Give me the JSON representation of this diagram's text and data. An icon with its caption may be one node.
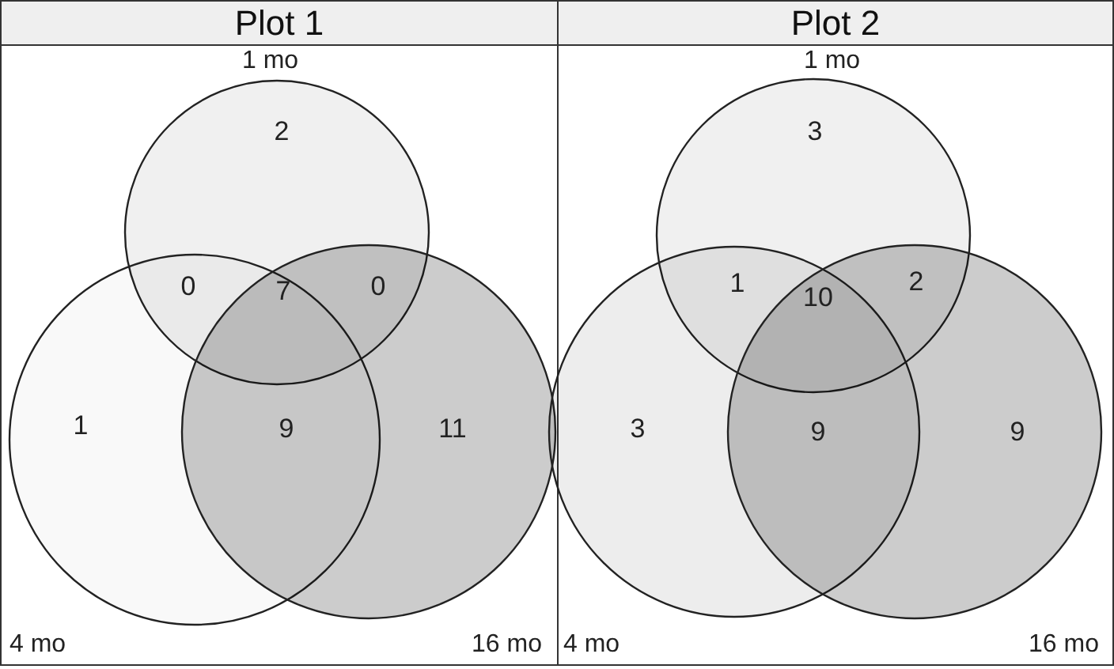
{
  "diagram": {
    "nodes": [
      {
        "text": [
          "Plot 1"
        ]
      },
      {
        "text": [
          "1 mo"
        ],
        "in": 0
      },
      {
        "text": [
          "4 mo"
        ],
        "in": 0
      },
      {
        "text": [
          "16 mo"
        ],
        "in": 0
      },
      {
        "text": [
          "Plot 2"
        ]
      },
      {
        "text": [
          "1 mo"
        ],
        "in": 4
      },
      {
        "text": [
          "4 mo"
        ],
        "in": 4
      },
      {
        "text": [
          "16 mo"
        ],
        "in": 4
      }
    ],
    "labels": [
      "2",
      "0",
      "7",
      "0",
      "1",
      "9",
      "11",
      "3",
      "1",
      "10",
      "2",
      "3",
      "9",
      "9"
    ]
  }
}
